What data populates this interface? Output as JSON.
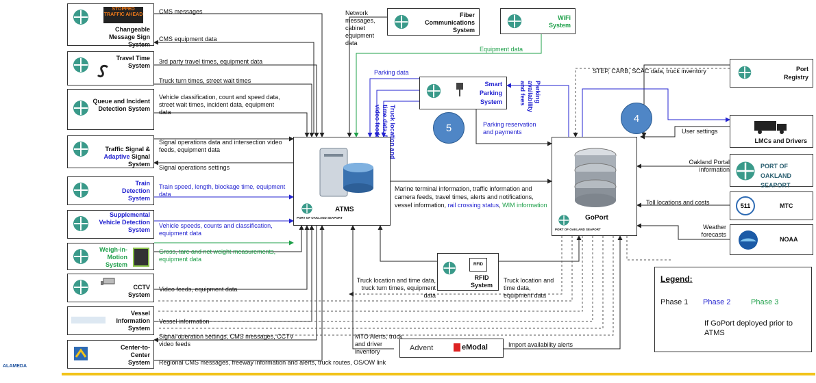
{
  "systems_left": [
    {
      "id": "cms",
      "title": "Changeable Message Sign System",
      "sign_text": "STOPPED TRAFFIC AHEAD",
      "color": "black"
    },
    {
      "id": "travel",
      "title": "Travel Time System",
      "color": "black"
    },
    {
      "id": "queue",
      "title": "Queue and Incident Detection System",
      "color": "black"
    },
    {
      "id": "signal",
      "title_parts": [
        "Traffic Signal & ",
        "Adaptive",
        " Signal System"
      ],
      "color": "mixed"
    },
    {
      "id": "train",
      "title": "Train Detection System",
      "color": "blue"
    },
    {
      "id": "supp",
      "title": "Supplemental Vehicle Detection System",
      "color": "blue"
    },
    {
      "id": "wim",
      "title": "Weigh-in-Motion System",
      "color": "green"
    },
    {
      "id": "cctv",
      "title": "CCTV System",
      "color": "black"
    },
    {
      "id": "vessel",
      "title": "Vessel Information System",
      "color": "black"
    },
    {
      "id": "c2c",
      "title": "Center-to-Center System",
      "color": "black"
    }
  ],
  "left_labels": {
    "cms_messages": "CMS messages",
    "cms_equipment": "CMS equipment data",
    "third_party": "3rd party travel times, equipment data",
    "truck_turn": "Truck turn times, street wait times",
    "queue_data": "Vehicle classification, count and speed data, street wait times, incident data, equipment data",
    "signal_ops": "Signal operations data and intersection video feeds, equipment data",
    "signal_settings": "Signal operations settings",
    "train": "Train speed, length, blockage time, equipment data",
    "supp": "Vehicle speeds, counts and classification, equipment data",
    "wim": "Gross, tare and net weight measurements, equipment data",
    "cctv": "Video feeds, equipment data",
    "vessel": "Vessel information",
    "c2c_out": "Signal operation settings, CMS messages, CCTV video feeds",
    "c2c_regional": "Regional CMS messages, freeway information and alerts, truck routes, OS/OW link"
  },
  "top": {
    "network_label": "Network messages, cabinet equipment data",
    "fiber_title": "Fiber Communications System",
    "wifi_title": "WiFi System",
    "wifi_label": "Equipment data",
    "parking_data": "Parking data",
    "truck_loc_vertical": "Truck location and time data, DTR data, video feeds"
  },
  "parking": {
    "title": "Smart Parking System",
    "availability": "Parking availability and fees",
    "reservation": "Parking reservation and payments"
  },
  "atms": {
    "title": "ATMS",
    "logo_caption": "PORT OF OAKLAND SEAPORT"
  },
  "goport": {
    "title": "GoPort",
    "logo_caption": "PORT OF OAKLAND SEAPORT"
  },
  "markers": {
    "five": "5",
    "four": "4"
  },
  "middle": {
    "marine_black": "Marine terminal information, traffic information and camera feeds, travel times, alerts and notifications, vessel information, ",
    "rail": "rail crossing status",
    "sep": ", ",
    "wim": "WIM information"
  },
  "right": {
    "port_registry_title": "Port Registry",
    "step_label": "STEP, CARB, SCAC data, truck inventory",
    "lmc_title": "LMCs and Drivers",
    "user_settings": "User settings",
    "oakland_portal": "Oakland Portal information",
    "seaport_title": "PORT OF OAKLAND SEAPORT",
    "toll_label": "Toll locations and costs",
    "mtc_title": "MTC",
    "mtc_badge": "511",
    "weather_label": "Weather forecasts",
    "noaa_title": "NOAA"
  },
  "rfid": {
    "title": "RFID System",
    "tag": "RFID",
    "left_label": "Truck location and time data, truck turn times, equipment data",
    "right_label": "Truck location and time data, equipment data"
  },
  "advent": {
    "mto_label": "MTO Alerts, truck and driver inventory",
    "advent": "Advent",
    "emodal": "eModal",
    "import_label": "Import availability alerts"
  },
  "legend": {
    "title": "Legend:",
    "phase1": "Phase 1",
    "phase2": "Phase 2",
    "phase3": "Phase 3",
    "note": "If GoPort deployed prior to ATMS"
  },
  "footer": {
    "org": "ALAMEDA"
  },
  "colors": {
    "phase1": "#111111",
    "phase2": "#2323d0",
    "phase3": "#1fa04a",
    "marker": "#4f86c6"
  }
}
